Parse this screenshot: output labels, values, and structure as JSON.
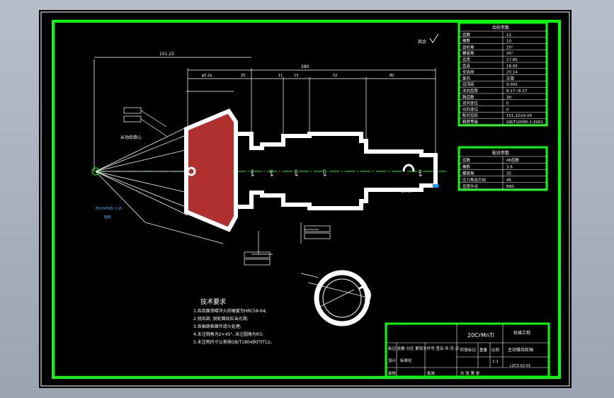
{
  "sheet": {
    "frame_color": "#00ff00",
    "line_color": "#ffffff",
    "section_hatch": "#b03030",
    "background": "#000000"
  },
  "dims": {
    "overall": "151.22",
    "d1": "φ5.2a",
    "d2": "25",
    "d3": "11",
    "d4": "13",
    "d5": "280",
    "d6": "52",
    "d7": "80",
    "vert1": "φ40",
    "vert2": "φ45",
    "vert3": "φ50",
    "vert4": "φ53",
    "vert5": "φ42",
    "chamfer": "2×45°",
    "right_dim": "2×45°",
    "cone_label": "从动齿背心",
    "ra_note": "B5/H4595-1.95",
    "datum": "面积"
  },
  "checkmark_note": "其余",
  "params1": {
    "title": "齿轮参数",
    "rows": [
      [
        "齿数",
        "11"
      ],
      [
        "模数",
        "10"
      ],
      [
        "齿形角",
        "20°"
      ],
      [
        "螺旋角",
        "35°"
      ],
      [
        "齿宽",
        "17.85"
      ],
      [
        "齿高",
        "18.05"
      ],
      [
        "全齿高",
        "20.14"
      ],
      [
        "旋向",
        "左旋"
      ],
      [
        "齿顶高",
        "9.005"
      ],
      [
        "法向齿厚",
        "8.17~8.27"
      ],
      [
        "跨齿数",
        "30"
      ],
      [
        "径向变位",
        "0"
      ],
      [
        "切向变位",
        "0"
      ],
      [
        "配对齿轮",
        "151.22±0.05"
      ],
      [
        "精度等级",
        "GB/T10095.1-2001"
      ]
    ]
  },
  "params2": {
    "title": "配对参数",
    "rows": [
      [
        "齿数",
        "48齿数"
      ],
      [
        "模数",
        "3.6"
      ],
      [
        "螺旋角",
        "35"
      ],
      [
        "压力角及方向",
        "45"
      ],
      [
        "齿宽中点",
        "R80"
      ]
    ]
  },
  "tech_req": {
    "title": "技术要求",
    "items": [
      "1.齿齿面渗碳淬火后硬度为HRC58-64;",
      "2.锐齿部, 锐轮面纹应当光滑;",
      "3.各轴颈表面作滤火处理;",
      "4.未注倒角为2×45°, 未注圆角为R3;",
      "5.未注明尺寸公差按GB/T1804执行IT12。"
    ]
  },
  "title_block": {
    "material": "20CrMnTi",
    "school": "机械工程",
    "part_name": "主动锥齿轮轴",
    "stage_label": "阶段标记",
    "weight_label": "重量",
    "scale_label": "比例",
    "scale": "1:1",
    "designer_label": "设计",
    "checker_label": "审核",
    "row1": "标记 处数 分区 更改文件号 签名 年.月.日",
    "drawing_no": "LZCS-02-01",
    "standard": "标准化",
    "approve": "批准",
    "sheet_info": "共  张  第  张"
  }
}
